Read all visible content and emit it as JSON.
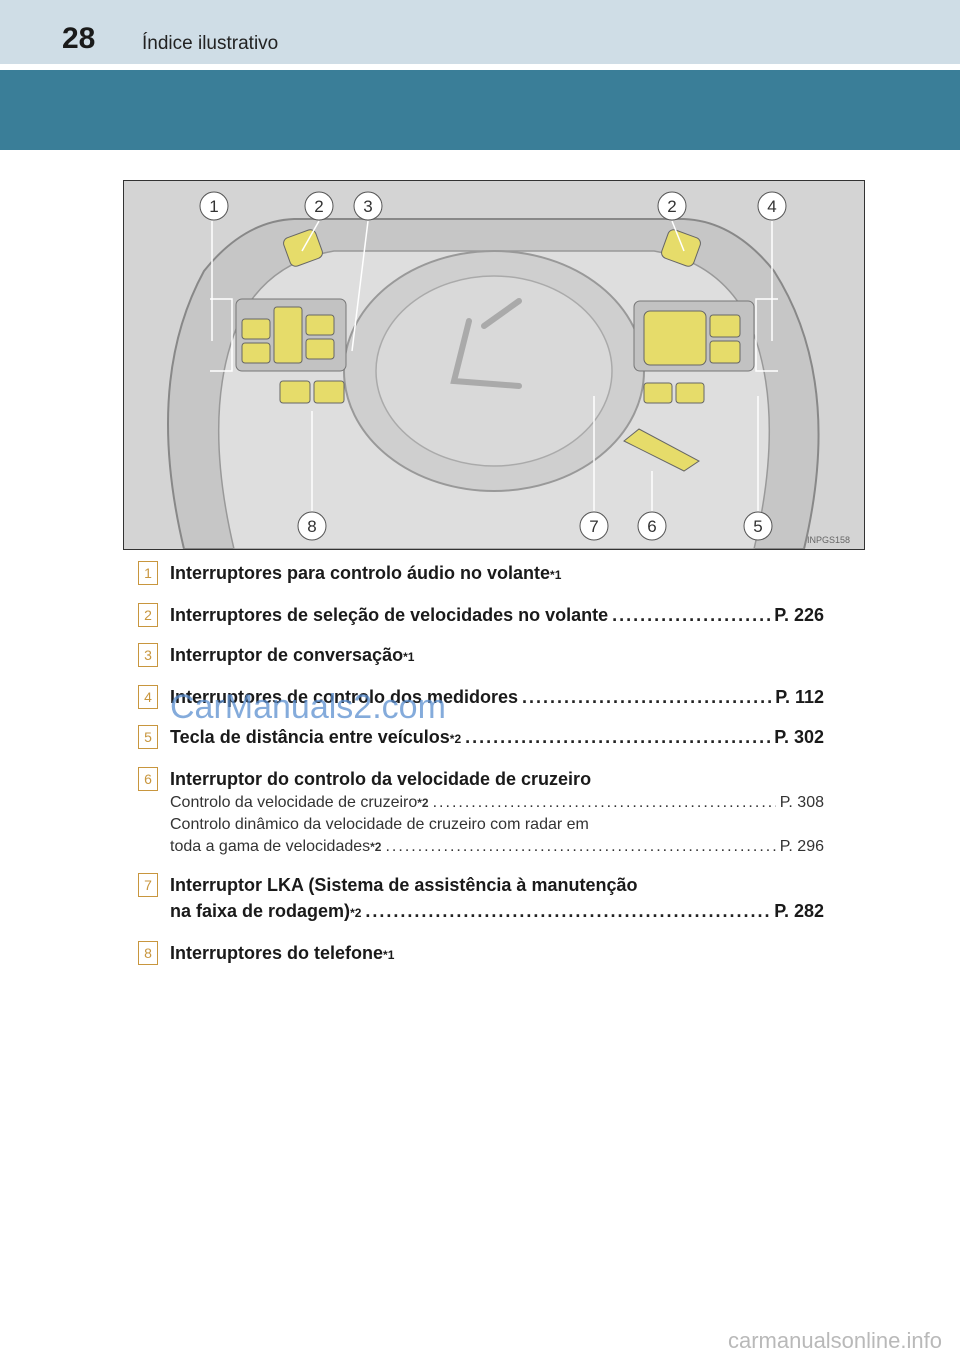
{
  "header": {
    "page_number": "28",
    "section_title": "Índice ilustrativo"
  },
  "figure": {
    "code": "INPGS158",
    "callouts": [
      "1",
      "2",
      "3",
      "2",
      "4",
      "8",
      "7",
      "6",
      "5"
    ]
  },
  "items": [
    {
      "num": "1",
      "label": "Interruptores para controlo áudio no volante",
      "star": "*1",
      "ref": ""
    },
    {
      "num": "2",
      "label": "Interruptores de seleção de velocidades no volante",
      "star": "",
      "ref": "P. 226"
    },
    {
      "num": "3",
      "label": "Interruptor de conversação",
      "star": "*1",
      "ref": ""
    },
    {
      "num": "4",
      "label": "Interruptores de controlo dos medidores",
      "star": "",
      "ref": "P. 112"
    },
    {
      "num": "5",
      "label": "Tecla de distância entre veículos",
      "star": "*2",
      "ref": "P. 302"
    },
    {
      "num": "6",
      "label": "Interruptor do controlo da velocidade de cruzeiro",
      "sub1_label": "Controlo da velocidade de cruzeiro",
      "sub1_star": "*2",
      "sub1_ref": "P. 308",
      "sub2_line1": "Controlo dinâmico da velocidade de cruzeiro com radar em",
      "sub2_label": "toda a gama de velocidades",
      "sub2_star": "*2",
      "sub2_ref": "P. 296"
    },
    {
      "num": "7",
      "line1": "Interruptor LKA (Sistema de assistência à manutenção",
      "label": "na faixa de rodagem)",
      "star": "*2",
      "ref": "P. 282"
    },
    {
      "num": "8",
      "label": "Interruptores do telefone",
      "star": "*1",
      "ref": ""
    }
  ],
  "watermark": "CarManuals2.com",
  "footer": "carmanualsonline.info",
  "colors": {
    "accent": "#3a7e98",
    "header": "#cfdde6",
    "number_box": "#c8963e",
    "switch_yellow": "#e6dc6a"
  }
}
